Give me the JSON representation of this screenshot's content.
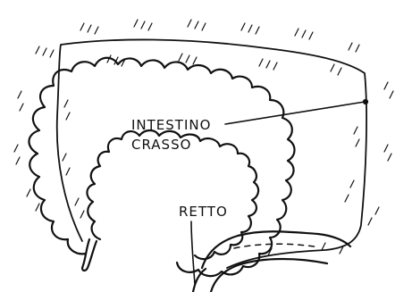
{
  "labels": {
    "colon_line1": "INTESTINO",
    "colon_line2": "CRASSO",
    "rectum": "RETTO"
  },
  "colors": {
    "ink": "#111111",
    "paper": "#ffffff"
  }
}
